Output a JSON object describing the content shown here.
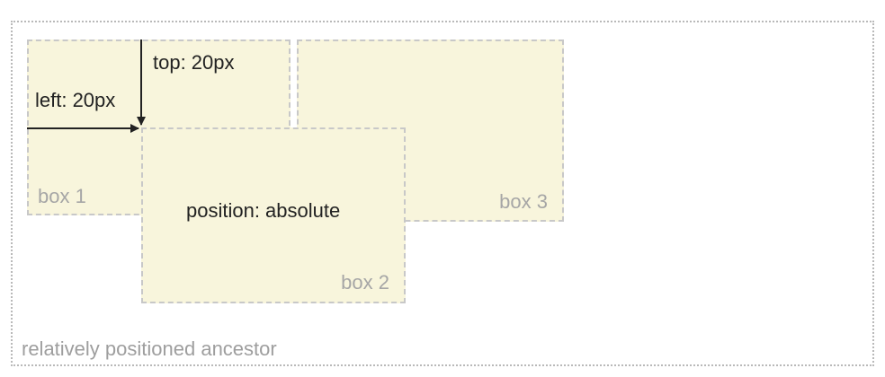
{
  "ancestor": {
    "label": "relatively positioned ancestor"
  },
  "boxes": {
    "box1": {
      "label": "box 1"
    },
    "box2": {
      "label": "box 2",
      "content": "position: absolute"
    },
    "box3": {
      "label": "box 3"
    }
  },
  "annotations": {
    "top": "top: 20px",
    "left": "left: 20px"
  },
  "colors": {
    "box_fill": "#f8f5dc",
    "dashed_border": "#c8c8c8",
    "ancestor_border": "#b9b9b9",
    "muted_text": "#a6a6a6",
    "dark_text": "#222222"
  }
}
